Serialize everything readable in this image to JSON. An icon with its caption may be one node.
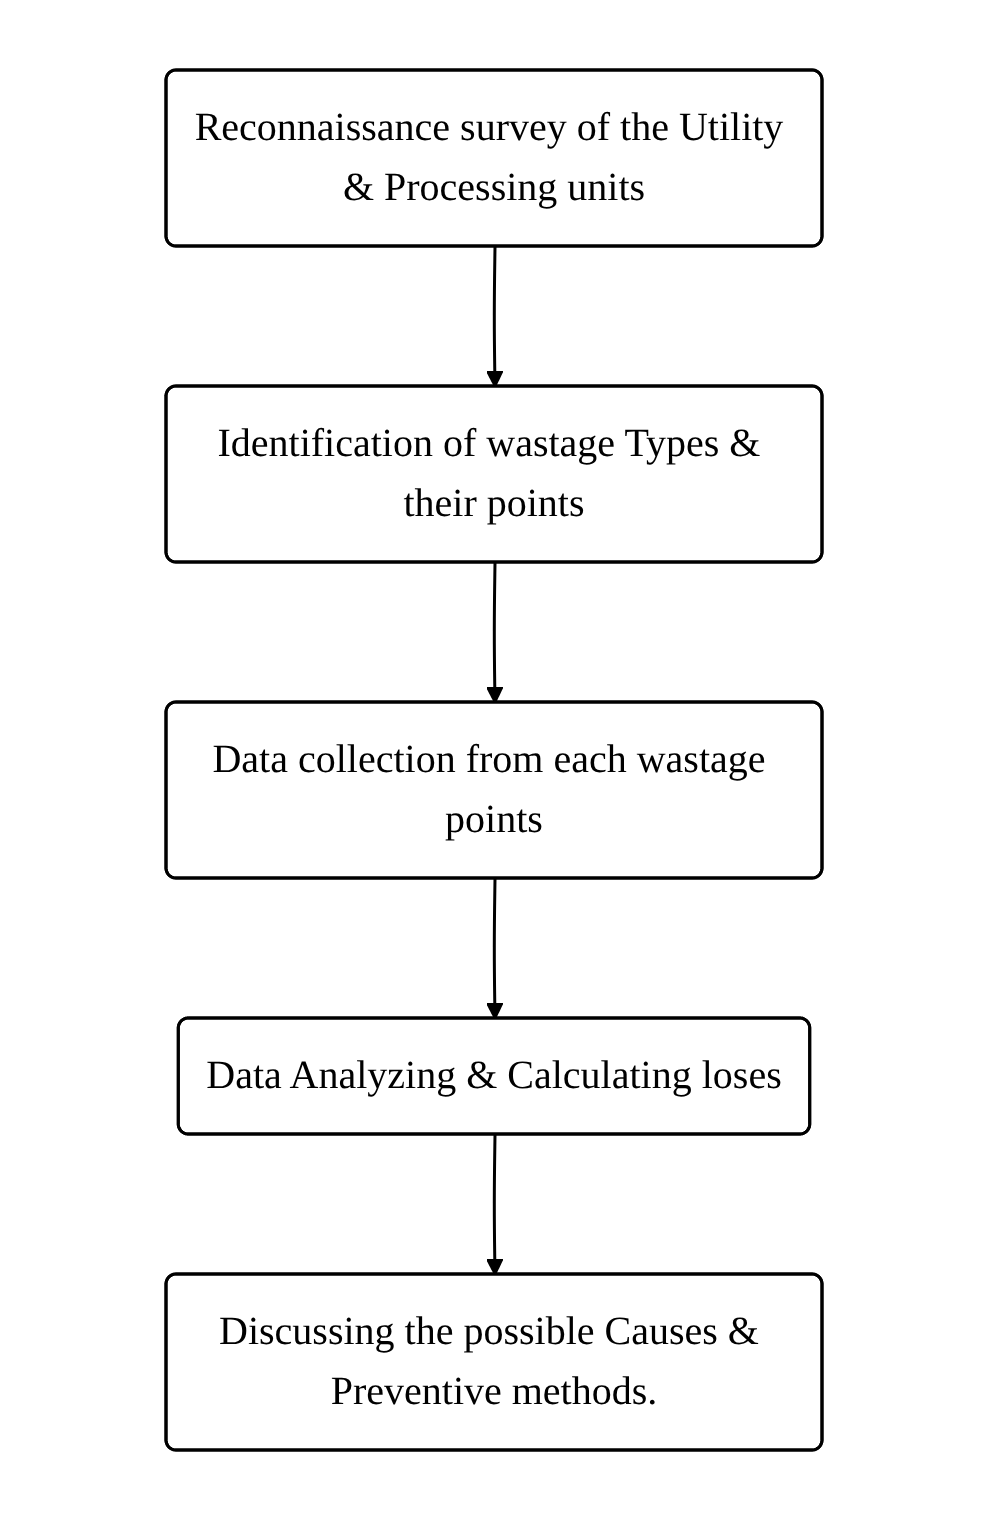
{
  "diagram": {
    "nodes": [
      {
        "text": [
          "Reconnaissance survey of the Utility & Processing units"
        ]
      },
      {
        "text": [
          "Identification of wastage Types & their points"
        ]
      },
      {
        "text": [
          "Data collection from each wastage points"
        ]
      },
      {
        "text": [
          "Data Analyzing & Calculating loses"
        ]
      },
      {
        "text": [
          "Discussing the possible Causes & Preventive methods."
        ]
      }
    ],
    "edges": [
      {
        "from": 0,
        "to": 1,
        "arrow": "to"
      },
      {
        "from": 1,
        "to": 2,
        "arrow": "to"
      },
      {
        "from": 2,
        "to": 3,
        "arrow": "to"
      },
      {
        "from": 3,
        "to": 4,
        "arrow": "to"
      }
    ]
  }
}
